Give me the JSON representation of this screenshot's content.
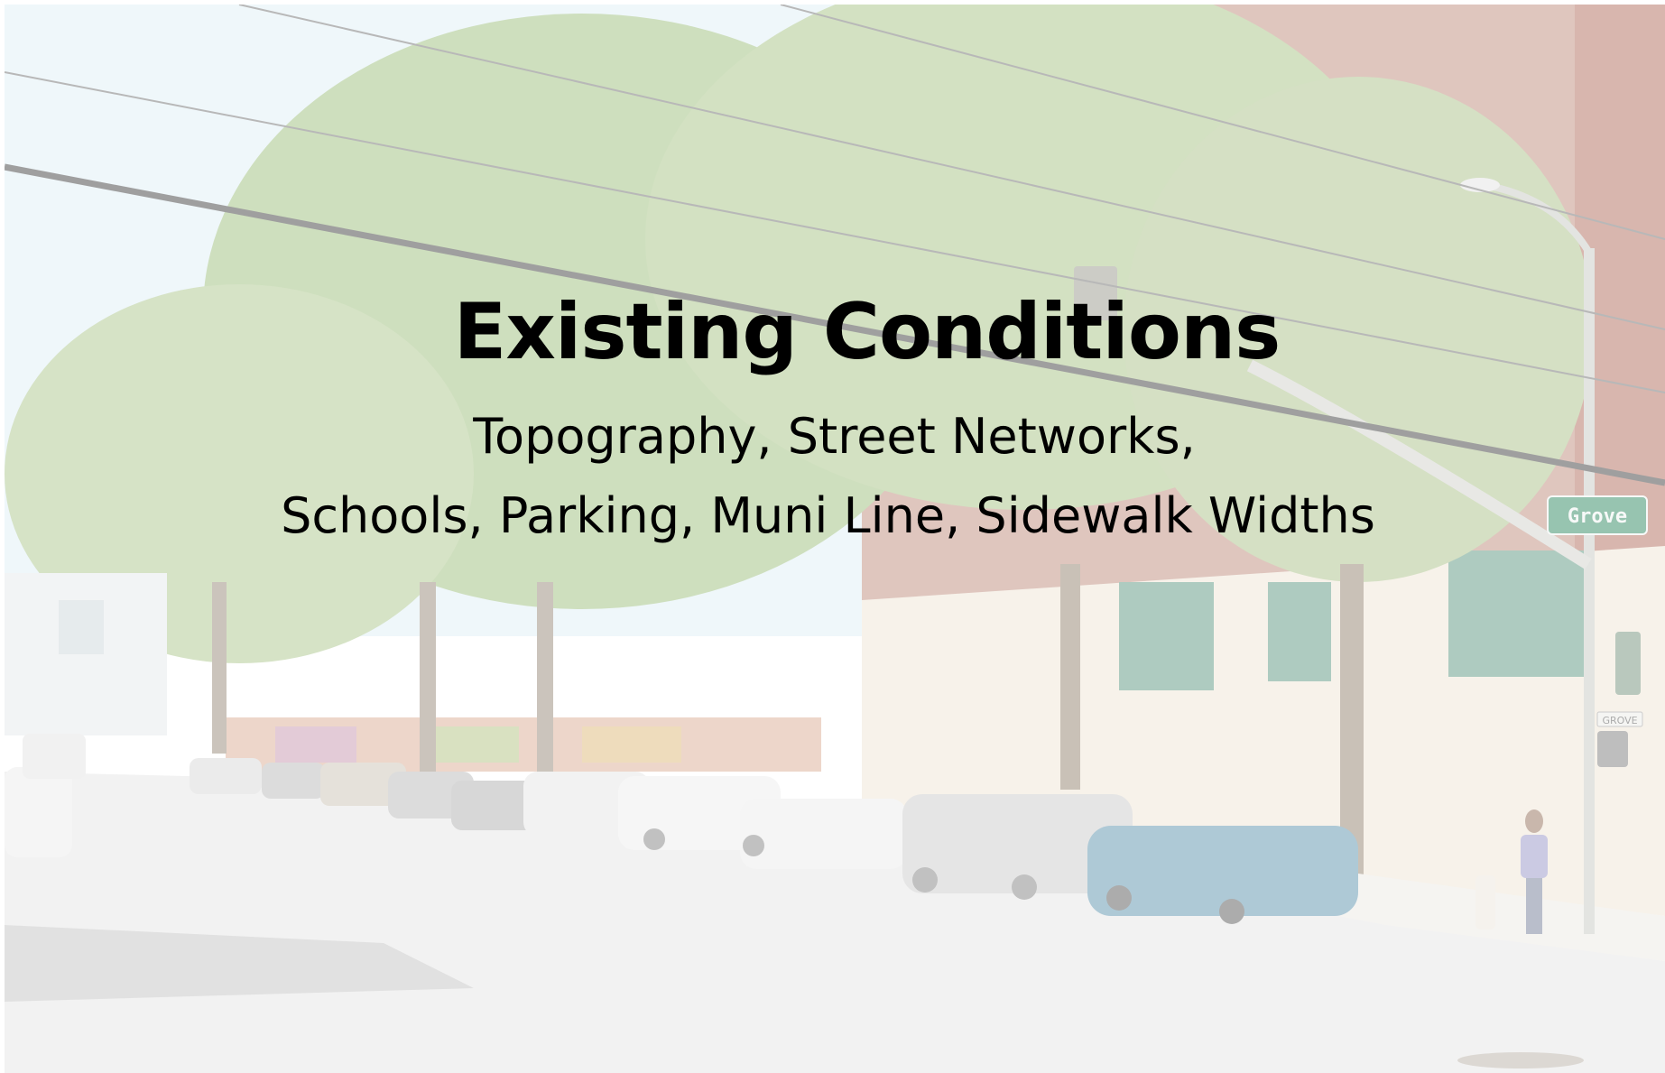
{
  "slide": {
    "title": "Existing Conditions",
    "subtitle_line1": "Topography, Street Networks,",
    "subtitle_line2": "Schools, Parking, Muni Line, Sidewalk Widths"
  },
  "photo": {
    "street_sign": "Grove",
    "small_street_sign": "GROVE",
    "overlay_color": "#ffffff"
  },
  "colors": {
    "sky": "#e8f3f8",
    "foliage": "#b9cfa2",
    "brick": "#c8a29a",
    "road": "#ececec",
    "sign_green": "#4f9a7a"
  }
}
